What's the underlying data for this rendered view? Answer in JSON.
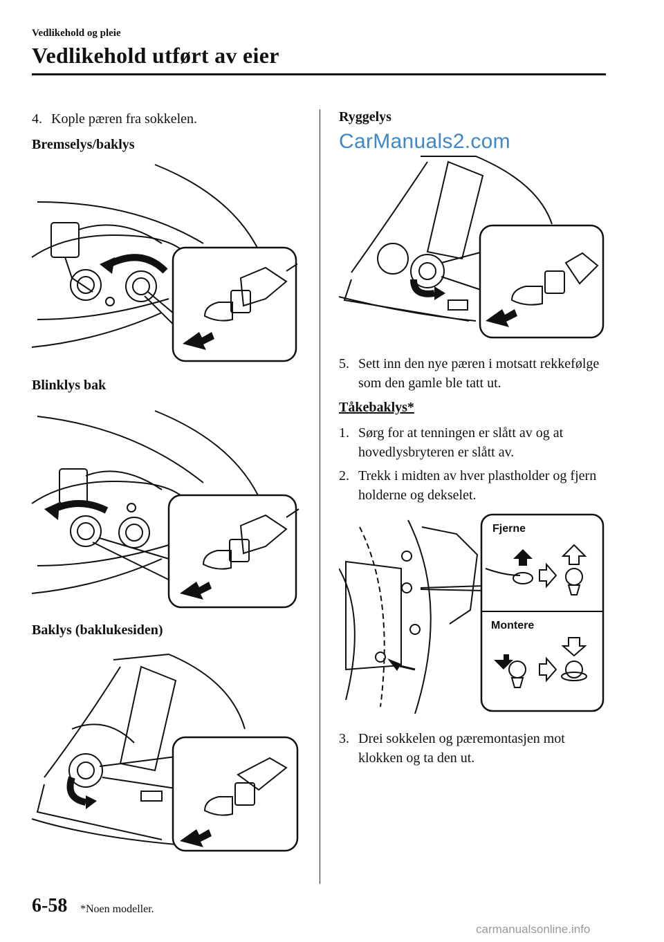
{
  "header": {
    "section": "Vedlikehold og pleie",
    "title": "Vedlikehold utført av eier"
  },
  "left": {
    "step4_num": "4.",
    "step4_text": "Kople pæren fra sokkelen.",
    "heading_brake": "Bremselys/baklys",
    "heading_turn": "Blinklys bak",
    "heading_rear_hatch": "Baklys (baklukesiden)"
  },
  "right": {
    "heading_reverse": "Ryggelys",
    "watermark": "CarManuals2.com",
    "step5_num": "5.",
    "step5_text": "Sett inn den nye pæren i motsatt rekkefølge som den gamle ble tatt ut.",
    "heading_fog": "Tåkebaklys*",
    "fog_steps": [
      {
        "num": "1.",
        "text": "Sørg for at tenningen er slått av og at hovedlysbryteren er slått av."
      },
      {
        "num": "2.",
        "text": "Trekk i midten av hver plastholder og fjern holderne og dekselet."
      }
    ],
    "fig_remove_label": "Fjerne",
    "fig_install_label": "Montere",
    "step3_num": "3.",
    "step3_text": "Drei sokkelen og pæremontasjen mot klokken og ta den ut."
  },
  "footer": {
    "page_number": "6-58",
    "footnote": "*Noen modeller.",
    "site": "carmanualsonline.info"
  }
}
